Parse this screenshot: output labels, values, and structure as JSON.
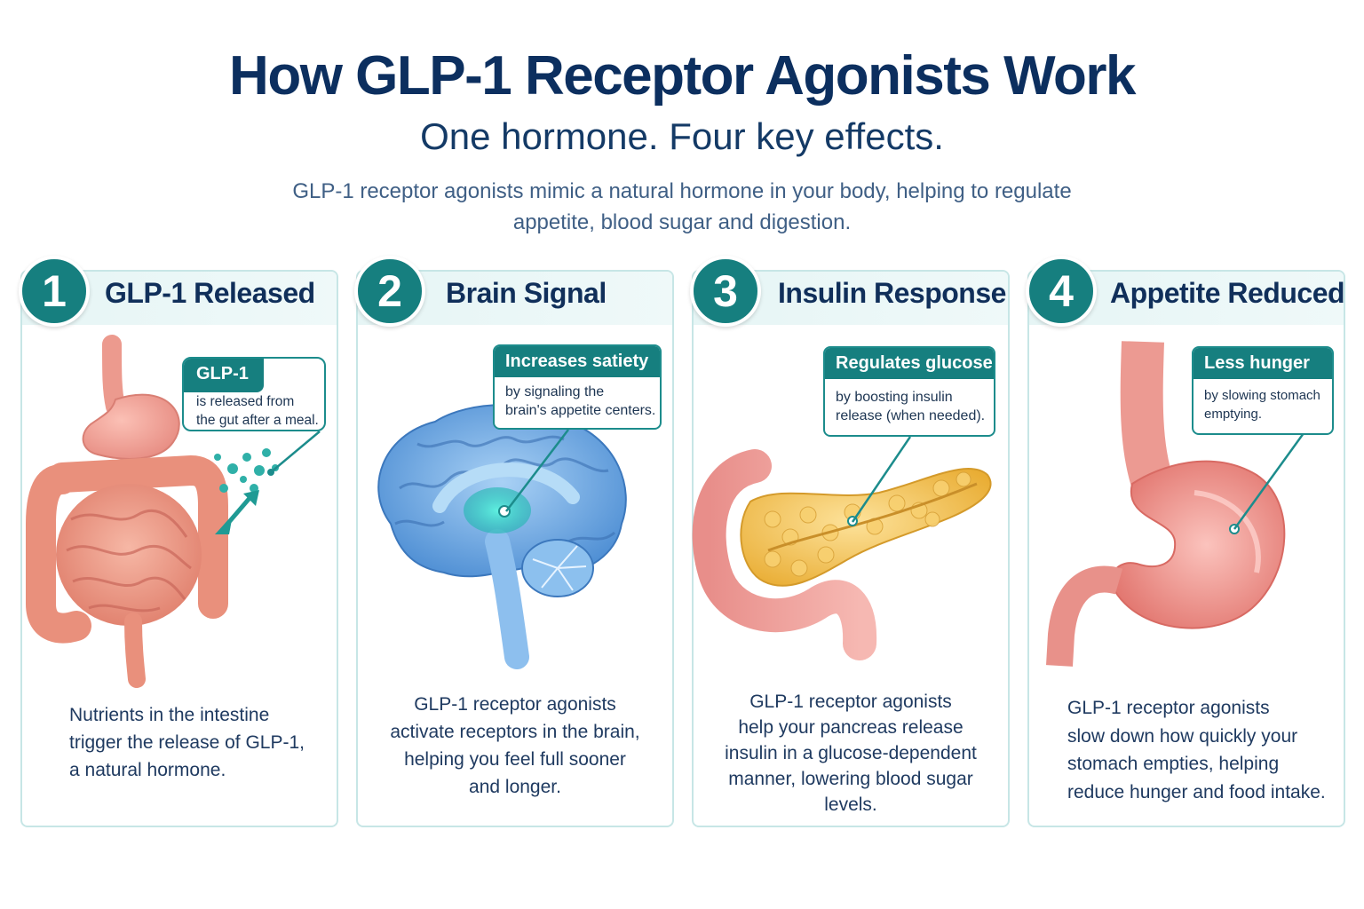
{
  "header": {
    "title": "How GLP-1 Receptor Agonists Work",
    "subtitle": "One hormone. Four key effects.",
    "intro_line1": "GLP-1 receptor agonists mimic a natural hormone in your body, helping to regulate",
    "intro_line2": "appetite, blood sugar and digestion."
  },
  "steps": [
    {
      "number": "1",
      "title": "GLP-1 Released",
      "callout_title": "GLP-1",
      "callout_line1": "is released from",
      "callout_line2": "the gut after a meal.",
      "desc_line1": "Nutrients in the intestine",
      "desc_line2": "trigger the release of GLP-1,",
      "desc_line3": "a natural hormone.",
      "icon": "digestive-system-icon"
    },
    {
      "number": "2",
      "title": "Brain Signal",
      "callout_title": "Increases satiety",
      "callout_line1": "by signaling the",
      "callout_line2": "brain's appetite centers.",
      "desc_line1": "GLP-1 receptor agonists",
      "desc_line2": "activate receptors in the brain,",
      "desc_line3": "helping you feel full sooner",
      "desc_line4": "and longer.",
      "icon": "brain-icon"
    },
    {
      "number": "3",
      "title": "Insulin Response",
      "callout_title": "Regulates glucose",
      "callout_line1": "by boosting insulin",
      "callout_line2": "release (when needed).",
      "desc_line1": "GLP-1 receptor agonists",
      "desc_line2": "help your pancreas release",
      "desc_line3": "insulin in a glucose-dependent",
      "desc_line4": "manner, lowering blood sugar",
      "desc_line5": "levels.",
      "icon": "pancreas-icon"
    },
    {
      "number": "4",
      "title": "Appetite Reduced",
      "callout_title": "Less hunger",
      "callout_line1": "by slowing stomach",
      "callout_line2": "emptying.",
      "desc_line1": "GLP-1 receptor agonists",
      "desc_line2": "slow down how quickly your",
      "desc_line3": "stomach empties, helping",
      "desc_line4": "reduce hunger and food intake.",
      "icon": "stomach-icon"
    }
  ],
  "colors": {
    "navy": "#0c2f5f",
    "teal": "#167f7f",
    "card_border": "#c7e6e6",
    "intestine": "#ee9a86",
    "brain": "#7fb4e6",
    "pancreas": "#f5c552",
    "stomach": "#ee8c8c"
  }
}
